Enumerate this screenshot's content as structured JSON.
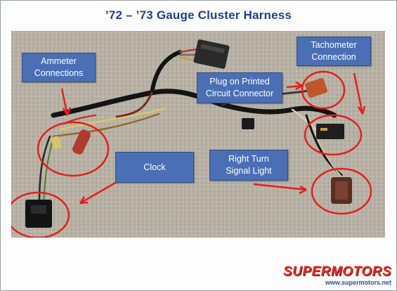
{
  "title": "’72 – ’73 Gauge Cluster Harness",
  "callouts": {
    "ammeter": [
      "Ammeter",
      "Connections"
    ],
    "plug": [
      "Plug on Printed",
      "Circuit Connector"
    ],
    "tachometer": [
      "Tachometer",
      "Connection"
    ],
    "clock": "Clock",
    "right_turn": [
      "Right Turn",
      "Signal Light"
    ]
  },
  "logo": {
    "brand": "SUPERMOTORS",
    "url": "www.supermotors.net"
  },
  "colors": {
    "title": "#1f3f8f",
    "callout_fill": "#4a6fb5",
    "annotation_red": "#e3201b",
    "brand_red": "#d9332b"
  }
}
